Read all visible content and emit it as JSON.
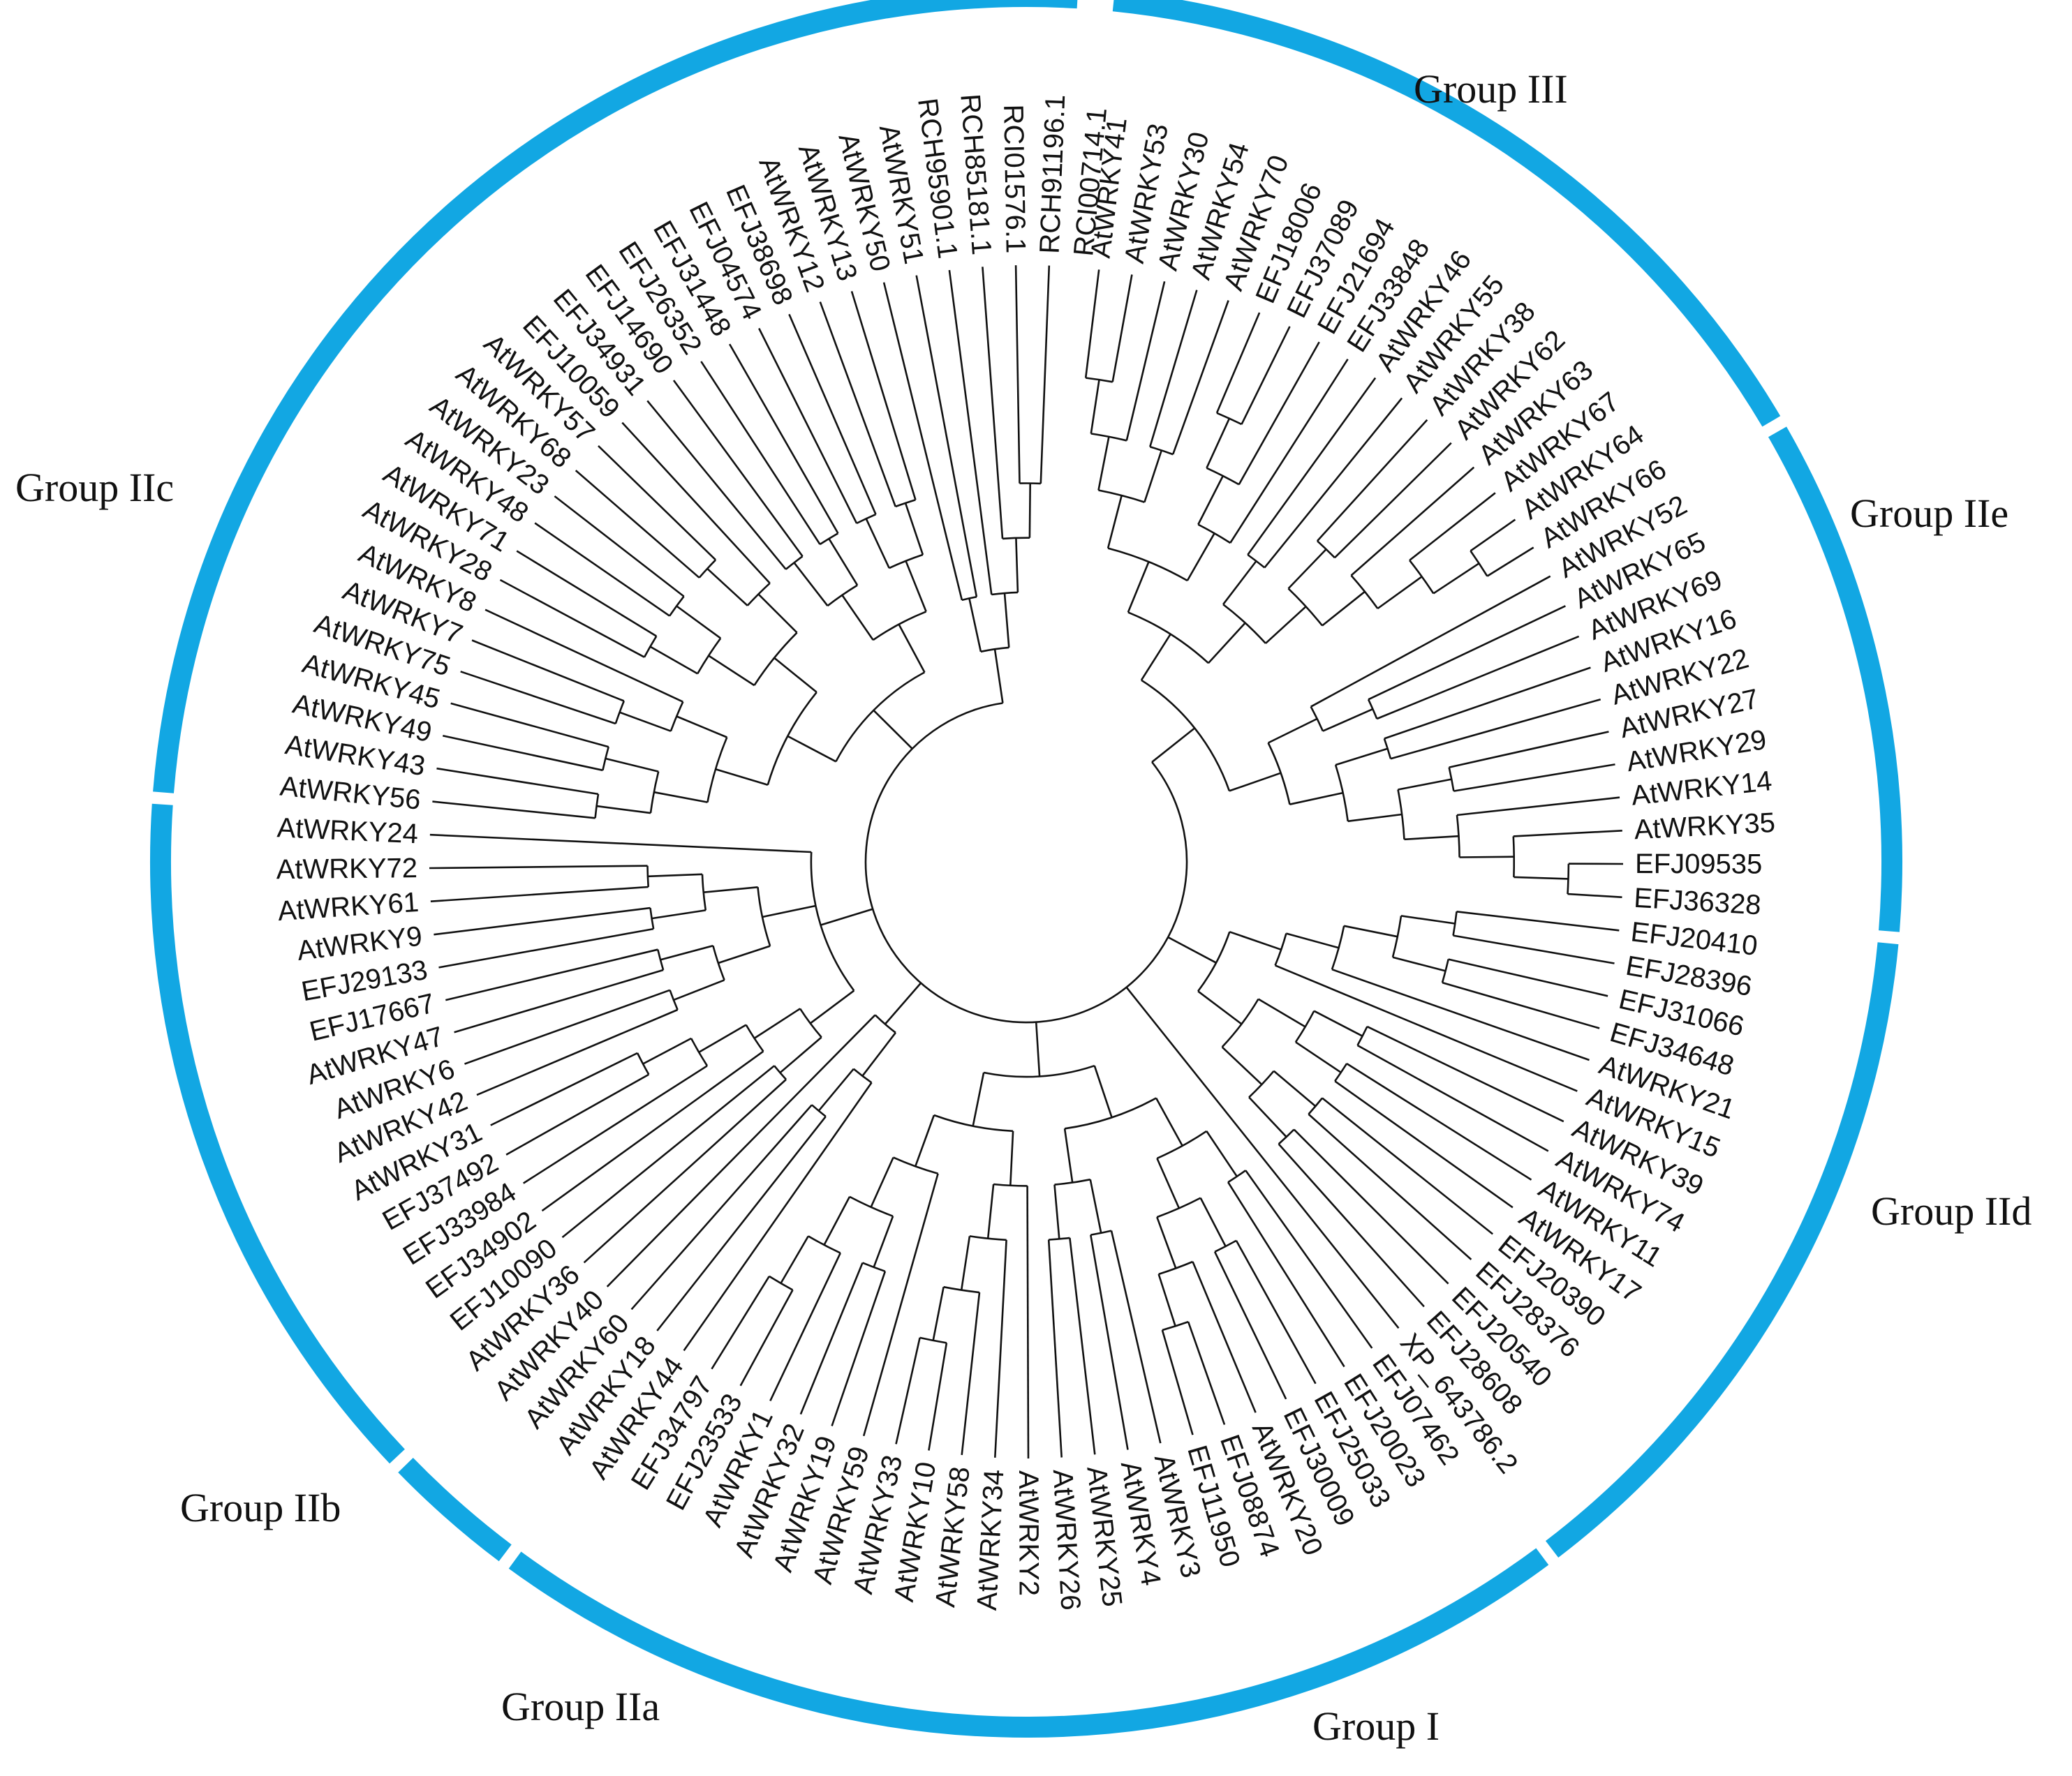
{
  "colors": {
    "band": "#12a7e3",
    "line": "#111111"
  },
  "groups": [
    {
      "name": "Group III"
    },
    {
      "name": "Group IIe"
    },
    {
      "name": "Group IId"
    },
    {
      "name": "Group I"
    },
    {
      "name": "Group IIa"
    },
    {
      "name": "Group IIb"
    },
    {
      "name": "Group IIc"
    }
  ],
  "leaves": [
    "AtWRKY41",
    "AtWRKY53",
    "AtWRKY30",
    "AtWRKY54",
    "AtWRKY70",
    "EFJ18006",
    "EFJ37089",
    "EFJ21694",
    "EFJ33848",
    "AtWRKY46",
    "AtWRKY55",
    "AtWRKY38",
    "AtWRKY62",
    "AtWRKY63",
    "AtWRKY67",
    "AtWRKY64",
    "AtWRKY66",
    "AtWRKY52",
    "AtWRKY65",
    "AtWRKY69",
    "AtWRKY16",
    "AtWRKY22",
    "AtWRKY27",
    "AtWRKY29",
    "AtWRKY14",
    "AtWRKY35",
    "EFJ09535",
    "EFJ36328",
    "EFJ20410",
    "EFJ28396",
    "EFJ31066",
    "EFJ34648",
    "AtWRKY21",
    "AtWRKY15",
    "AtWRKY39",
    "AtWRKY74",
    "AtWRKY11",
    "AtWRKY17",
    "EFJ20390",
    "EFJ28376",
    "EFJ20540",
    "EFJ28608",
    "XP_643786.2",
    "EFJ07462",
    "EFJ20023",
    "EFJ25033",
    "EFJ30009",
    "AtWRKY20",
    "EFJ08874",
    "EFJ11950",
    "AtWRKY3",
    "AtWRKY4",
    "AtWRKY25",
    "AtWRKY26",
    "AtWRKY2",
    "AtWRKY34",
    "AtWRKY58",
    "AtWRKY10",
    "AtWRKY33",
    "AtWRKY59",
    "AtWRKY19",
    "AtWRKY32",
    "AtWRKY1",
    "EFJ23533",
    "EFJ34797",
    "AtWRKY44",
    "AtWRKY18",
    "AtWRKY60",
    "AtWRKY40",
    "AtWRKY36",
    "EFJ10090",
    "EFJ34902",
    "EFJ33984",
    "EFJ37492",
    "AtWRKY31",
    "AtWRKY42",
    "AtWRKY6",
    "AtWRKY47",
    "EFJ17667",
    "EFJ29133",
    "AtWRKY9",
    "AtWRKY61",
    "AtWRKY72",
    "AtWRKY24",
    "AtWRKY56",
    "AtWRKY43",
    "AtWRKY49",
    "AtWRKY45",
    "AtWRKY75",
    "AtWRKY7",
    "AtWRKY8",
    "AtWRKY28",
    "AtWRKY71",
    "AtWRKY48",
    "AtWRKY23",
    "AtWRKY68",
    "AtWRKY57",
    "EFJ10059",
    "EFJ34931",
    "EFJ14690",
    "EFJ26352",
    "EFJ31448",
    "EFJ04574",
    "EFJ38698",
    "AtWRKY12",
    "AtWRKY13",
    "AtWRKY50",
    "AtWRKY51",
    "RCH95901.1",
    "RCH85181.1",
    "RCI01576.1",
    "RCH91196.1",
    "RCI00714.1"
  ]
}
